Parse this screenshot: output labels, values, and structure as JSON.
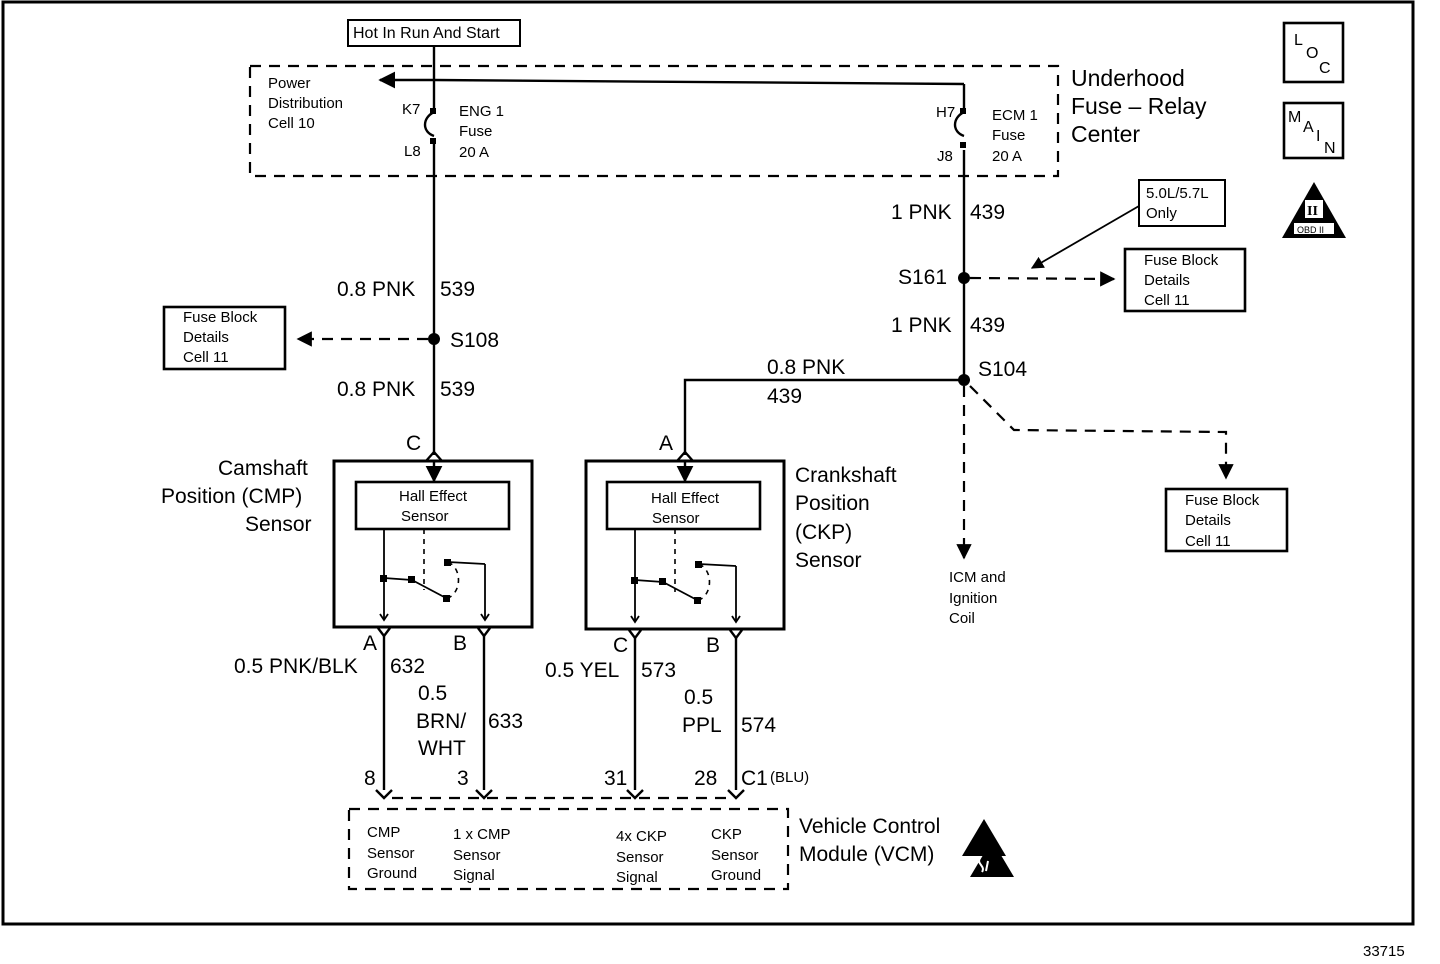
{
  "header": {
    "feed_label": "Hot In Run And Start"
  },
  "badges": {
    "loc": [
      "L",
      "O",
      "C"
    ],
    "main": [
      "M",
      "A",
      "I",
      "N"
    ],
    "obd_numeral": "II",
    "obd_label": "OBD II"
  },
  "fuse_center": {
    "title": [
      "Underhood",
      "Fuse – Relay",
      "Center"
    ],
    "power_distribution": [
      "Power",
      "Distribution",
      "Cell 10"
    ],
    "eng_fuse": {
      "top_terminal": "K7",
      "bottom_terminal": "L8",
      "label": [
        "ENG 1",
        "Fuse",
        "20 A"
      ]
    },
    "ecm_fuse": {
      "top_terminal": "H7",
      "bottom_terminal": "J8",
      "label": [
        "ECM 1",
        "Fuse",
        "20 A"
      ]
    }
  },
  "wires": {
    "eng_upper": {
      "size_color": "0.8 PNK",
      "circuit": "539"
    },
    "eng_lower": {
      "size_color": "0.8 PNK",
      "circuit": "539"
    },
    "ecm_upper": {
      "size_color": "1 PNK",
      "circuit": "439"
    },
    "ecm_mid": {
      "size_color": "1 PNK",
      "circuit": "439"
    },
    "ckp_feed": {
      "size_color": "0.8 PNK",
      "circuit": "439"
    },
    "cmp_a": {
      "size_color": "0.5 PNK/BLK",
      "circuit": "632"
    },
    "cmp_b": {
      "size_color": [
        "0.5",
        "BRN/",
        "WHT"
      ],
      "circuit": "633"
    },
    "ckp_c": {
      "size_color": "0.5 YEL",
      "circuit": "573"
    },
    "ckp_b": {
      "size_color": [
        "0.5",
        "PPL"
      ],
      "circuit": "574"
    }
  },
  "splices": {
    "s108": "S108",
    "s161": "S161",
    "s104": "S104"
  },
  "references": {
    "fuse_block_left": [
      "Fuse Block",
      "Details",
      "Cell 11"
    ],
    "fuse_block_right_top": [
      "Fuse Block",
      "Details",
      "Cell 11"
    ],
    "fuse_block_right_bottom": [
      "Fuse Block",
      "Details",
      "Cell 11"
    ],
    "engine_option": [
      "5.0L/5.7L",
      "Only"
    ],
    "icm": [
      "ICM and",
      "Ignition",
      "Coil"
    ]
  },
  "cmp_sensor": {
    "title": [
      "Camshaft",
      "Position (CMP)",
      "Sensor"
    ],
    "inner": [
      "Hall Effect",
      "Sensor"
    ],
    "top_pin": "C",
    "pin_a": "A",
    "pin_b": "B"
  },
  "ckp_sensor": {
    "title": [
      "Crankshaft",
      "Position",
      "(CKP)",
      "Sensor"
    ],
    "inner": [
      "Hall Effect",
      "Sensor"
    ],
    "top_pin": "A",
    "pin_c": "C",
    "pin_b": "B"
  },
  "vcm": {
    "title": [
      "Vehicle Control",
      "Module (VCM)"
    ],
    "pins": [
      "8",
      "3",
      "31",
      "28"
    ],
    "connector": "C1",
    "connector_color": "(BLU)",
    "functions": {
      "cmp_ground": [
        "CMP",
        "Sensor",
        "Ground"
      ],
      "cmp_signal": [
        "1 x CMP",
        "Sensor",
        "Signal"
      ],
      "ckp_signal": [
        "4x CKP",
        "Sensor",
        "Signal"
      ],
      "ckp_ground": [
        "CKP",
        "Sensor",
        "Ground"
      ]
    }
  },
  "figure_number": "33715"
}
